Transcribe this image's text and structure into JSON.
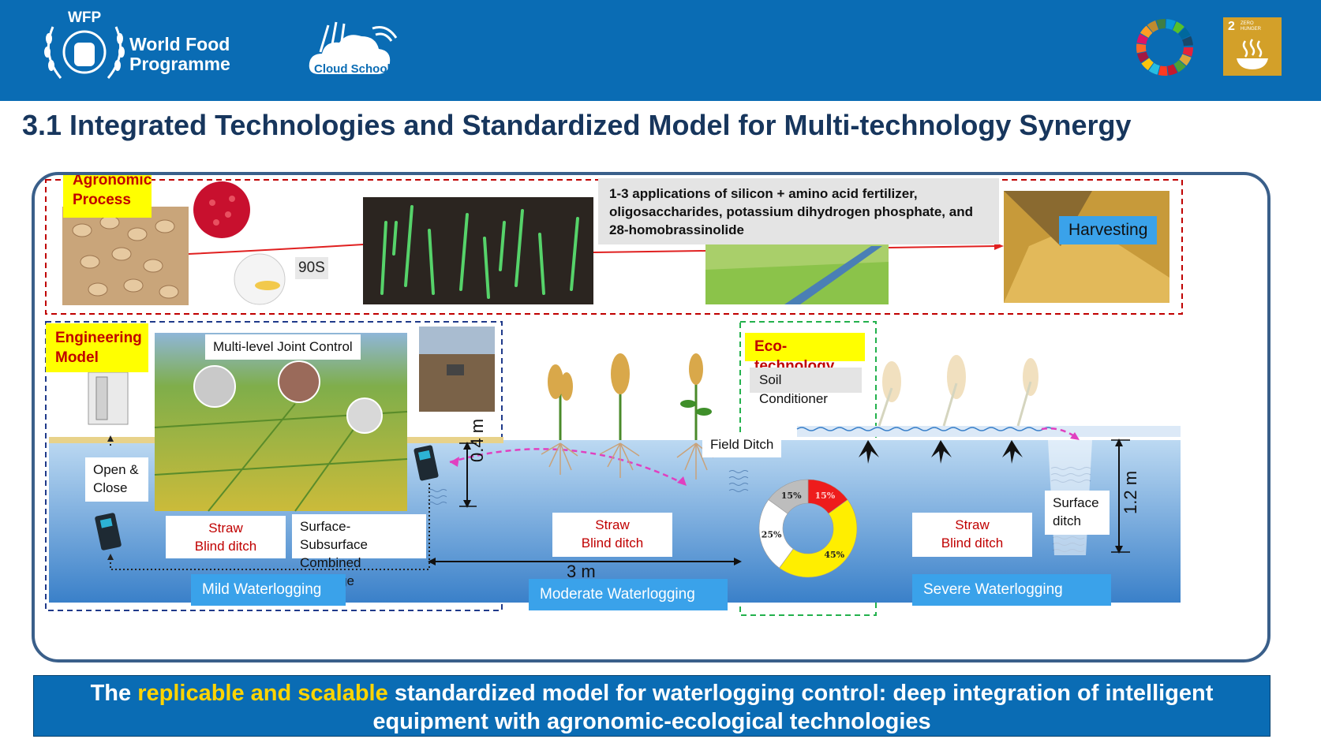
{
  "header": {
    "wfp_acronym": "WFP",
    "wfp_name": "World Food Programme",
    "cloud_school": "Cloud School",
    "sdg_goal_number": "2",
    "sdg_goal_text": "ZERO HUNGER"
  },
  "title": "3.1 Integrated Technologies and Standardized Model for Multi-technology Synergy",
  "diagram": {
    "agronomic": {
      "label": "Agronomic Process",
      "seed_timer": "90S",
      "fertilizer_note": "1-3 applications of silicon + amino acid fertilizer, oligosaccharides, potassium dihydrogen phosphate, and 28-homobrassinolide",
      "harvest": "Harvesting"
    },
    "engineering": {
      "label": "Engineering Model",
      "joint_control": "Multi-level Joint Control",
      "open_close": "Open & Close",
      "straw_blind_ditch": "Straw Blind ditch",
      "combined_drainage": "Surface-Subsurface Combined Drainage",
      "depth": "0.4 m",
      "zone": "Mild Waterlogging"
    },
    "moderate": {
      "straw_blind_ditch": "Straw Blind ditch",
      "spacing": "3 m",
      "zone": "Moderate Waterlogging",
      "field_ditch": "Field Ditch"
    },
    "eco": {
      "label": "Eco-technology",
      "soil_conditioner": "Soil Conditioner"
    },
    "severe": {
      "straw_blind_ditch": "Straw Blind ditch",
      "surface_ditch": "Surface ditch",
      "depth": "1.2 m",
      "zone": "Severe Waterlogging"
    }
  },
  "chart_data": {
    "type": "pie",
    "variant": "donut",
    "values": [
      15,
      45,
      25,
      15
    ],
    "labels": [
      "15%",
      "45%",
      "25%",
      "15%"
    ],
    "colors": [
      "#ee1c1c",
      "#ffee00",
      "#ffffff",
      "#bdbdbd"
    ]
  },
  "banner": {
    "prefix": "The",
    "highlight": "replicable and scalable",
    "rest": "standardized model for waterlogging control: deep integration of intelligent equipment with agronomic-ecological technologies"
  }
}
